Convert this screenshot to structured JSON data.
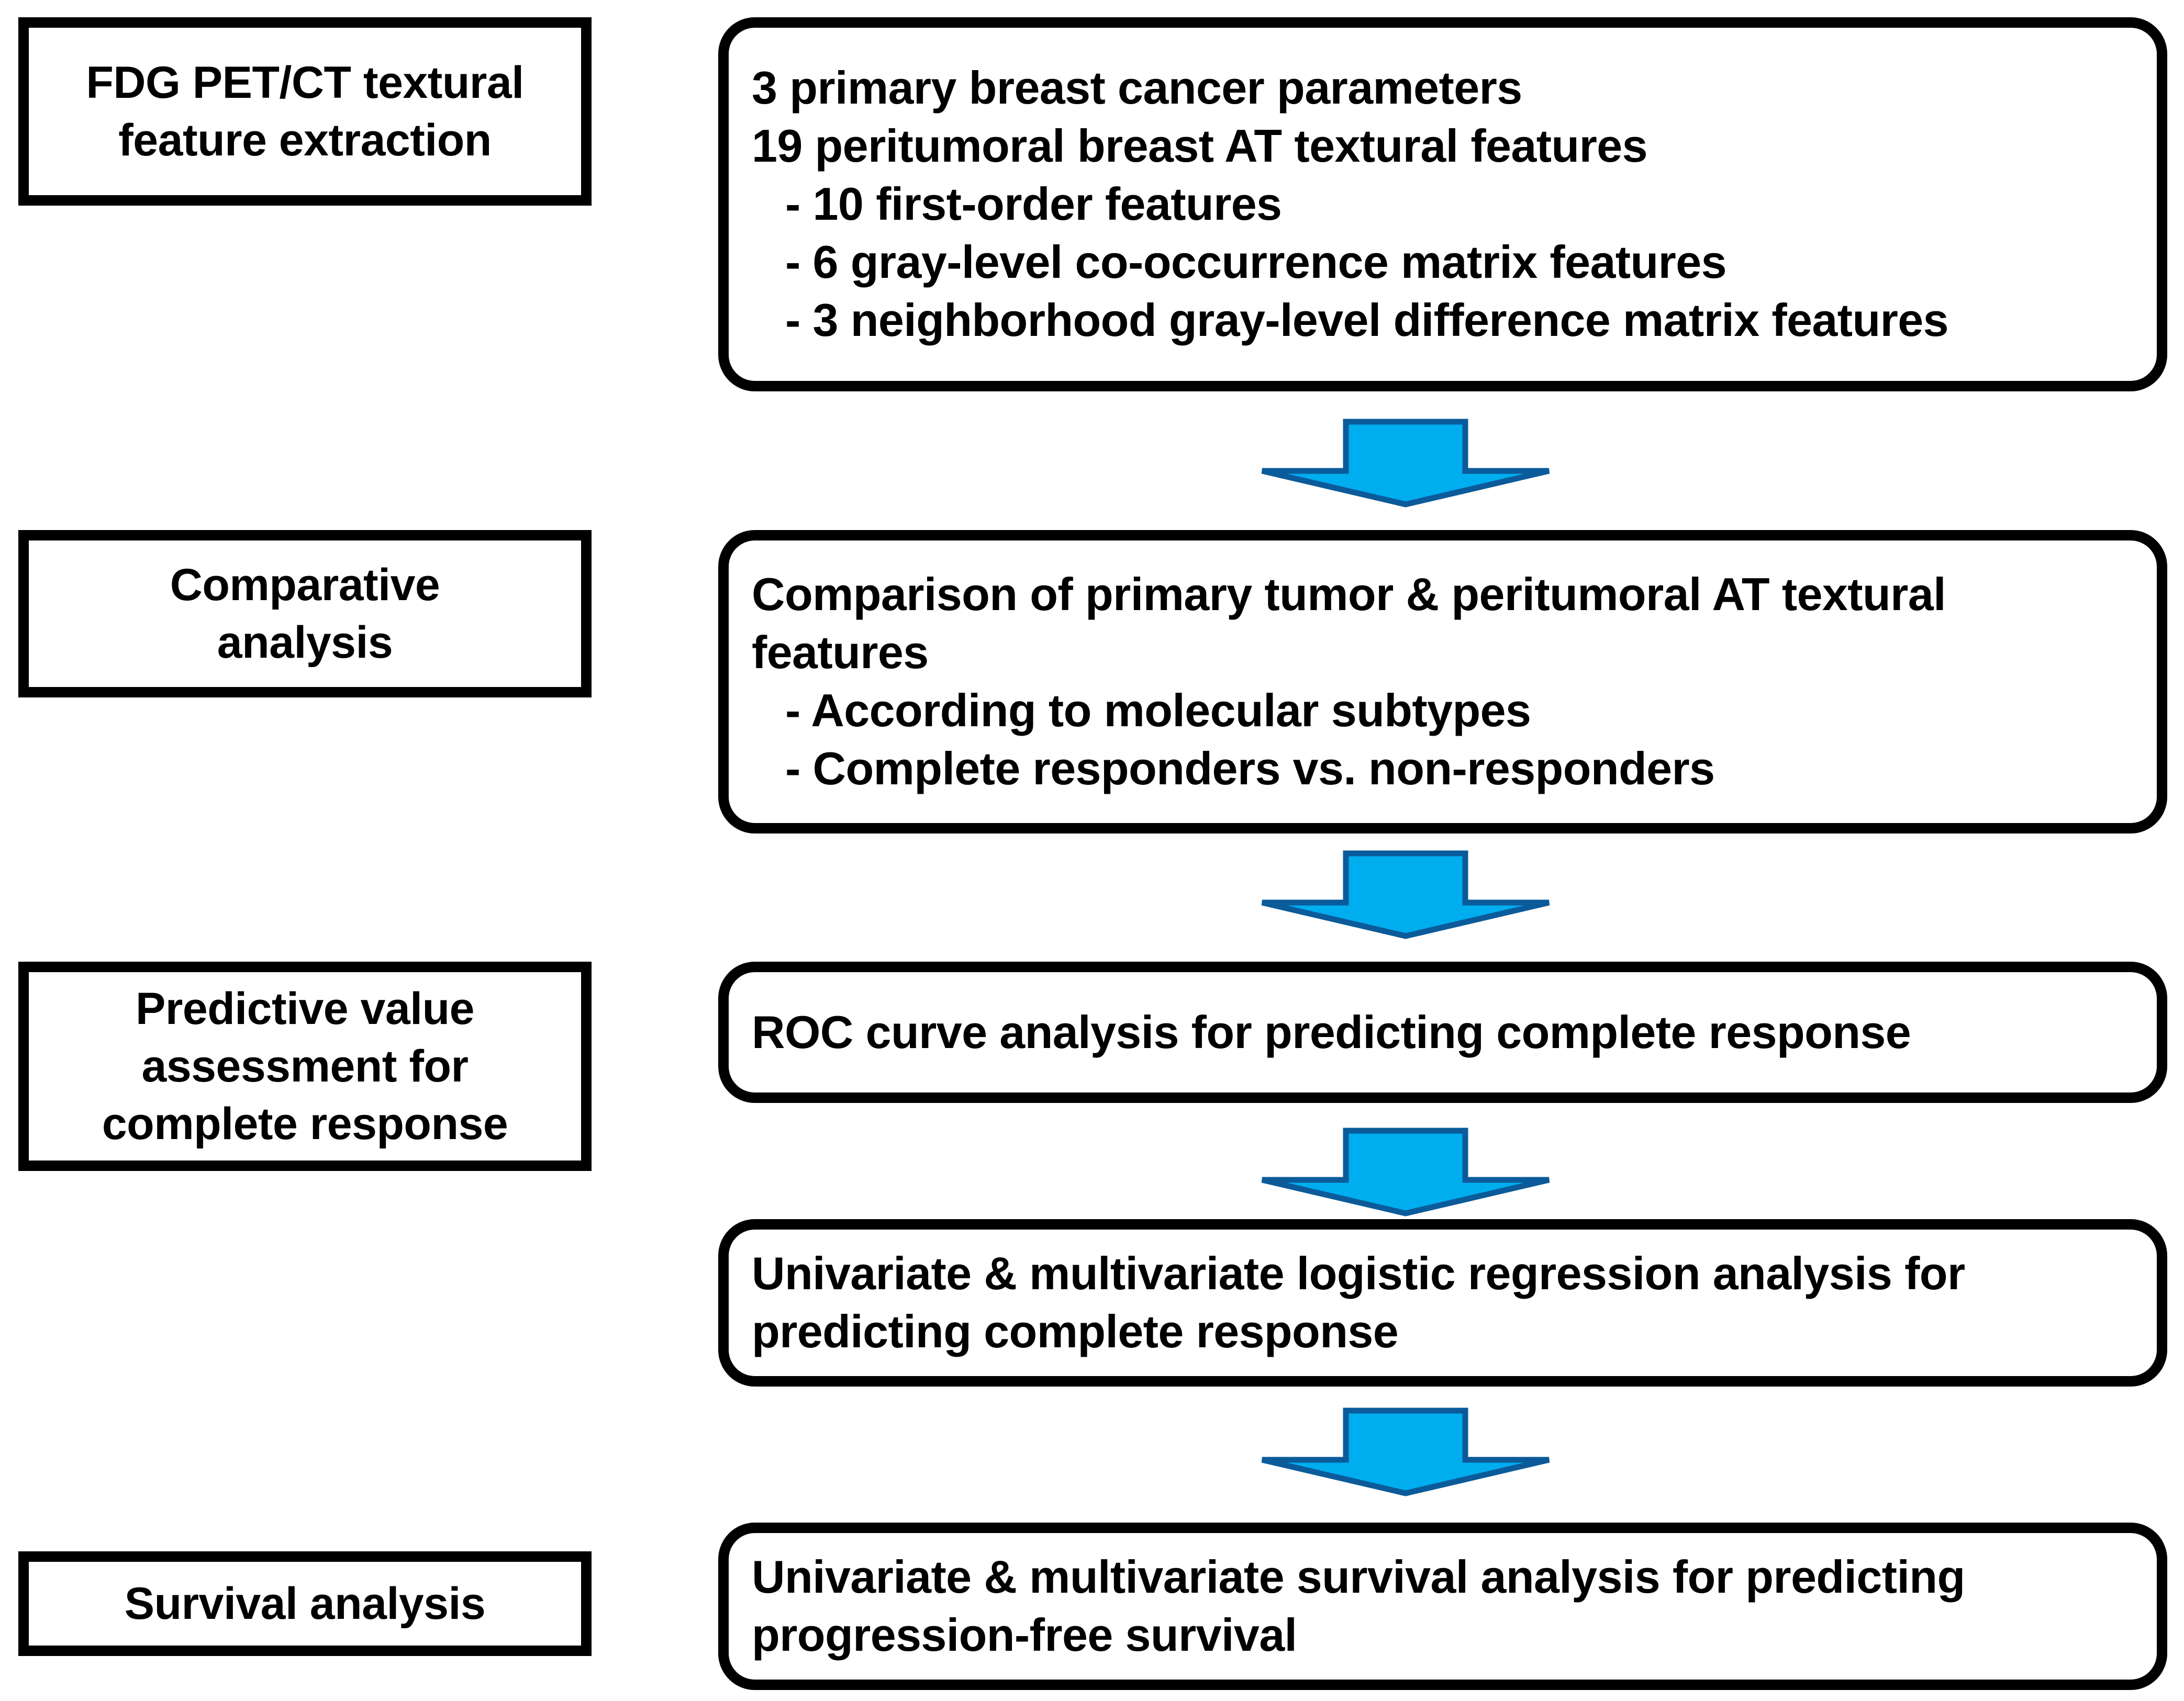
{
  "colors": {
    "box_border": "#000000",
    "box_fill": "#ffffff",
    "text": "#000000",
    "arrow_fill": "#00ADEE",
    "arrow_stroke": "#0B5B9A"
  },
  "stages": [
    {
      "label": "FDG PET/CT textural\nfeature extraction",
      "content": [
        {
          "text": "3 primary breast cancer parameters",
          "sub": false
        },
        {
          "text": "19 peritumoral breast AT textural features",
          "sub": false
        },
        {
          "text": "- 10 first-order features",
          "sub": true
        },
        {
          "text": "- 6 gray-level co-occurrence matrix features",
          "sub": true
        },
        {
          "text": "- 3 neighborhood gray-level difference matrix features",
          "sub": true
        }
      ]
    },
    {
      "label": "Comparative\nanalysis",
      "content": [
        {
          "text": "Comparison of primary tumor & peritumoral AT textural features",
          "sub": false
        },
        {
          "text": "- According to molecular subtypes",
          "sub": true
        },
        {
          "text": "- Complete responders vs. non-responders",
          "sub": true
        }
      ]
    },
    {
      "label": "Predictive value\nassessment for\ncomplete response",
      "content": [
        {
          "text": "ROC curve analysis for predicting complete response",
          "sub": false
        }
      ]
    },
    {
      "label": "",
      "content": [
        {
          "text": "Univariate & multivariate logistic regression analysis for predicting complete response",
          "sub": false
        }
      ]
    },
    {
      "label": "Survival analysis",
      "content": [
        {
          "text": "Univariate & multivariate survival analysis for predicting progression-free survival",
          "sub": false
        }
      ]
    }
  ],
  "arrows": [
    {
      "name": "arrow-1",
      "direction": "down"
    },
    {
      "name": "arrow-2",
      "direction": "down"
    },
    {
      "name": "arrow-3",
      "direction": "down"
    },
    {
      "name": "arrow-4",
      "direction": "down"
    }
  ]
}
